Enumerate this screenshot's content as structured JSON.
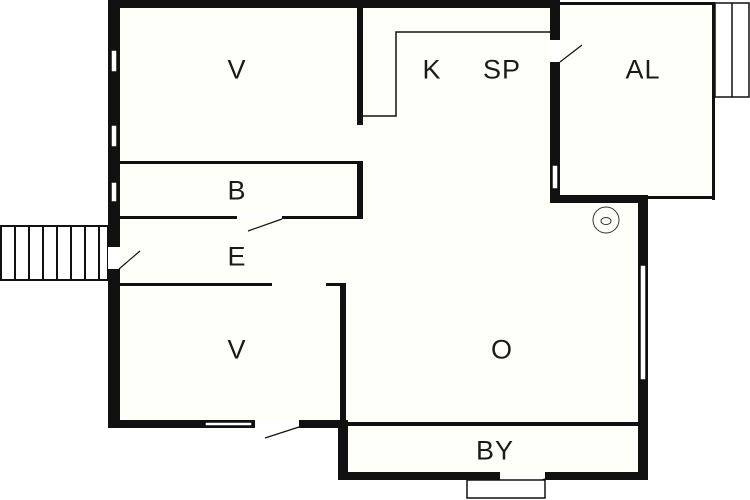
{
  "floor_plan": {
    "rooms": [
      {
        "id": "living-upper",
        "label": "V"
      },
      {
        "id": "kitchen",
        "label": "K"
      },
      {
        "id": "dining",
        "label": "SP"
      },
      {
        "id": "alcove",
        "label": "AL"
      },
      {
        "id": "bathroom",
        "label": "B"
      },
      {
        "id": "entrance",
        "label": "E"
      },
      {
        "id": "living-lower",
        "label": "V"
      },
      {
        "id": "open-room",
        "label": "O"
      },
      {
        "id": "outbuilding",
        "label": "BY"
      }
    ],
    "colors": {
      "wall": "#111111",
      "floor": "#fffff9",
      "background": "#ffffff"
    }
  }
}
